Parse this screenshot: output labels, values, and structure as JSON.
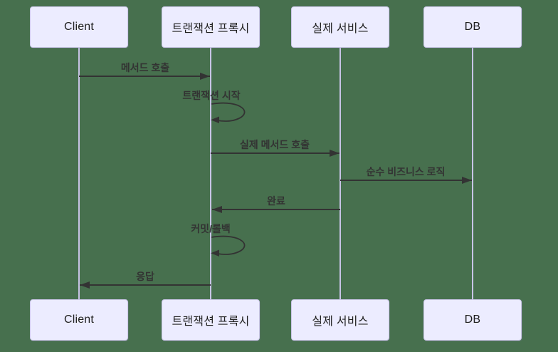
{
  "diagram": {
    "type": "sequence",
    "colors": {
      "background": "#47704E",
      "actor_fill": "#ECECFF",
      "actor_border": "#CBC7E8",
      "lifeline": "#C8C4E6",
      "arrow": "#333333",
      "text": "#333333"
    },
    "actors": [
      {
        "id": "client",
        "label": "Client"
      },
      {
        "id": "proxy",
        "label": "트랜잭션 프록시"
      },
      {
        "id": "service",
        "label": "실제 서비스"
      },
      {
        "id": "db",
        "label": "DB"
      }
    ],
    "messages": [
      {
        "label": "메서드 호출",
        "from": "client",
        "to": "proxy",
        "type": "solid-right"
      },
      {
        "label": "트랜잭션 시작",
        "from": "proxy",
        "to": "proxy",
        "type": "self-loop"
      },
      {
        "label": "실제 메서드 호출",
        "from": "proxy",
        "to": "service",
        "type": "solid-right"
      },
      {
        "label": "순수 비즈니스 로직",
        "from": "service",
        "to": "db",
        "type": "solid-right"
      },
      {
        "label": "완료",
        "from": "service",
        "to": "proxy",
        "type": "solid-left"
      },
      {
        "label": "커밋/롤백",
        "from": "proxy",
        "to": "proxy",
        "type": "self-loop"
      },
      {
        "label": "응답",
        "from": "proxy",
        "to": "client",
        "type": "solid-left"
      }
    ]
  }
}
